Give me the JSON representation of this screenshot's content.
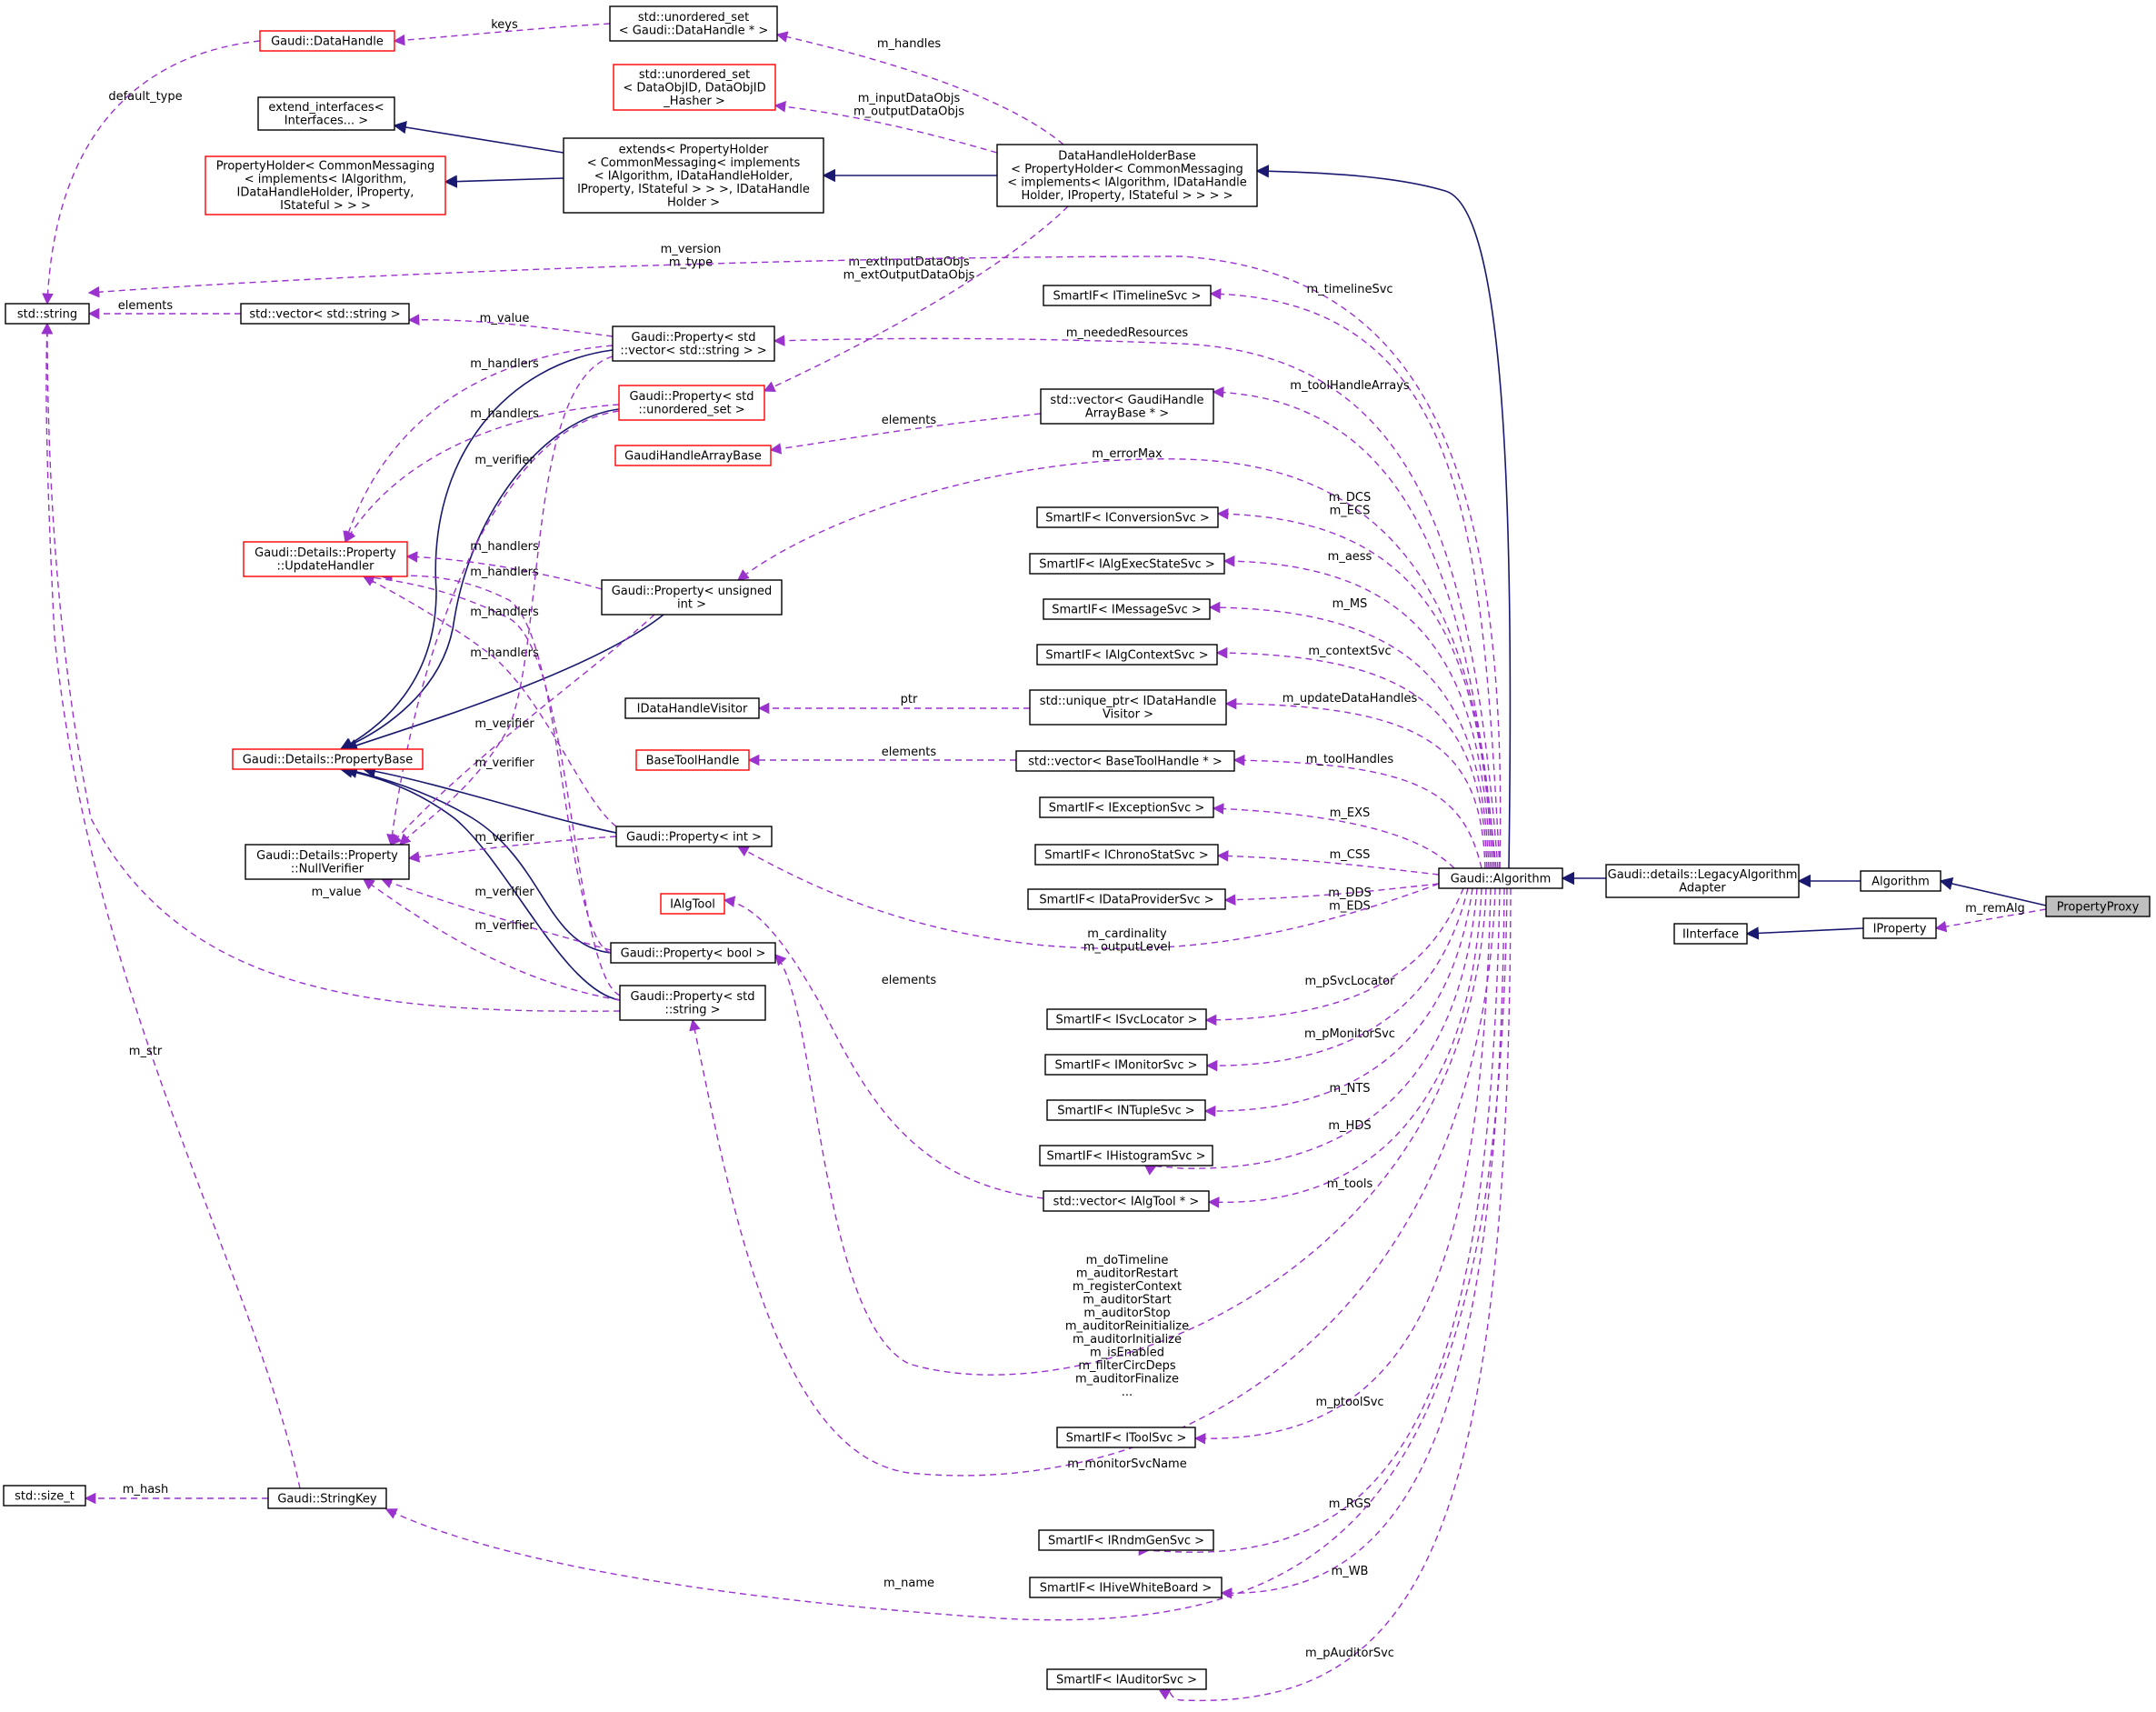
{
  "nodes": [
    {
      "id": "std_string",
      "lines": [
        "std::string"
      ],
      "color": "black"
    },
    {
      "id": "vec_string",
      "lines": [
        "std::vector< std::string >"
      ],
      "color": "black"
    },
    {
      "id": "size_t",
      "lines": [
        "std::size_t"
      ],
      "color": "black"
    },
    {
      "id": "datahandle",
      "lines": [
        "Gaudi::DataHandle"
      ],
      "color": "red"
    },
    {
      "id": "extend_ifaces",
      "lines": [
        "extend_interfaces<",
        "Interfaces... >"
      ],
      "color": "black"
    },
    {
      "id": "propholder",
      "lines": [
        "PropertyHolder< CommonMessaging",
        "< implements< IAlgorithm,",
        "IDataHandleHolder, IProperty,",
        "IStateful > > >"
      ],
      "color": "red"
    },
    {
      "id": "uset_dh",
      "lines": [
        "std::unordered_set",
        "< Gaudi::DataHandle * >"
      ],
      "color": "black"
    },
    {
      "id": "uset_dataobj",
      "lines": [
        "std::unordered_set",
        "< DataObjID, DataObjID",
        "_Hasher >"
      ],
      "color": "red"
    },
    {
      "id": "extends_ph",
      "lines": [
        "extends< PropertyHolder",
        "< CommonMessaging< implements",
        "< IAlgorithm, IDataHandleHolder,",
        "IProperty, IStateful > > >, IDataHandle",
        "Holder >"
      ],
      "color": "black"
    },
    {
      "id": "dhhb",
      "lines": [
        "DataHandleHolderBase",
        "< PropertyHolder< CommonMessaging",
        "< implements< IAlgorithm, IDataHandle",
        "Holder, IProperty, IStateful > > > >"
      ],
      "color": "black"
    },
    {
      "id": "prop_vecstr",
      "lines": [
        "Gaudi::Property< std",
        "::vector< std::string > >"
      ],
      "color": "black"
    },
    {
      "id": "prop_uset",
      "lines": [
        "Gaudi::Property< std",
        "::unordered_set >"
      ],
      "color": "red"
    },
    {
      "id": "gh_arraybase",
      "lines": [
        "GaudiHandleArrayBase"
      ],
      "color": "red"
    },
    {
      "id": "updatehandler",
      "lines": [
        "Gaudi::Details::Property",
        "::UpdateHandler"
      ],
      "color": "red"
    },
    {
      "id": "prop_uint",
      "lines": [
        "Gaudi::Property< unsigned",
        "int >"
      ],
      "color": "black"
    },
    {
      "id": "idh_visitor",
      "lines": [
        "IDataHandleVisitor"
      ],
      "color": "black"
    },
    {
      "id": "basetoolhandle",
      "lines": [
        "BaseToolHandle"
      ],
      "color": "red"
    },
    {
      "id": "propbase",
      "lines": [
        "Gaudi::Details::PropertyBase"
      ],
      "color": "red"
    },
    {
      "id": "nullverifier",
      "lines": [
        "Gaudi::Details::Property",
        "::NullVerifier"
      ],
      "color": "black"
    },
    {
      "id": "prop_int",
      "lines": [
        "Gaudi::Property< int >"
      ],
      "color": "black"
    },
    {
      "id": "ialgtool",
      "lines": [
        "IAlgTool"
      ],
      "color": "red"
    },
    {
      "id": "prop_bool",
      "lines": [
        "Gaudi::Property< bool >"
      ],
      "color": "black"
    },
    {
      "id": "prop_string",
      "lines": [
        "Gaudi::Property< std",
        "::string >"
      ],
      "color": "black"
    },
    {
      "id": "stringkey",
      "lines": [
        "Gaudi::StringKey"
      ],
      "color": "black"
    },
    {
      "id": "si_timeline",
      "lines": [
        "SmartIF< ITimelineSvc >"
      ],
      "color": "black"
    },
    {
      "id": "vec_ghab",
      "lines": [
        "std::vector< GaudiHandle",
        "ArrayBase * >"
      ],
      "color": "black"
    },
    {
      "id": "si_conv",
      "lines": [
        "SmartIF< IConversionSvc >"
      ],
      "color": "black"
    },
    {
      "id": "si_algexec",
      "lines": [
        "SmartIF< IAlgExecStateSvc >"
      ],
      "color": "black"
    },
    {
      "id": "si_msg",
      "lines": [
        "SmartIF< IMessageSvc >"
      ],
      "color": "black"
    },
    {
      "id": "si_algctx",
      "lines": [
        "SmartIF< IAlgContextSvc >"
      ],
      "color": "black"
    },
    {
      "id": "uptr_visitor",
      "lines": [
        "std::unique_ptr< IDataHandle",
        "Visitor >"
      ],
      "color": "black"
    },
    {
      "id": "vec_btoolh",
      "lines": [
        "std::vector< BaseToolHandle * >"
      ],
      "color": "black"
    },
    {
      "id": "si_exc",
      "lines": [
        "SmartIF< IExceptionSvc >"
      ],
      "color": "black"
    },
    {
      "id": "si_chrono",
      "lines": [
        "SmartIF< IChronoStatSvc >"
      ],
      "color": "black"
    },
    {
      "id": "si_dataprov",
      "lines": [
        "SmartIF< IDataProviderSvc >"
      ],
      "color": "black"
    },
    {
      "id": "si_svcloc",
      "lines": [
        "SmartIF< ISvcLocator >"
      ],
      "color": "black"
    },
    {
      "id": "si_monitor",
      "lines": [
        "SmartIF< IMonitorSvc >"
      ],
      "color": "black"
    },
    {
      "id": "si_ntuple",
      "lines": [
        "SmartIF< INTupleSvc >"
      ],
      "color": "black"
    },
    {
      "id": "si_histo",
      "lines": [
        "SmartIF< IHistogramSvc >"
      ],
      "color": "black"
    },
    {
      "id": "vec_ialgtool",
      "lines": [
        "std::vector< IAlgTool * >"
      ],
      "color": "black"
    },
    {
      "id": "si_tool",
      "lines": [
        "SmartIF< IToolSvc >"
      ],
      "color": "black"
    },
    {
      "id": "si_rndm",
      "lines": [
        "SmartIF< IRndmGenSvc >"
      ],
      "color": "black"
    },
    {
      "id": "si_hivewb",
      "lines": [
        "SmartIF< IHiveWhiteBoard >"
      ],
      "color": "black"
    },
    {
      "id": "si_auditor",
      "lines": [
        "SmartIF< IAuditorSvc >"
      ],
      "color": "black"
    },
    {
      "id": "gaudi_algorithm",
      "lines": [
        "Gaudi::Algorithm"
      ],
      "color": "black"
    },
    {
      "id": "legacy_adapter",
      "lines": [
        "Gaudi::details::LegacyAlgorithm",
        "Adapter"
      ],
      "color": "black"
    },
    {
      "id": "algorithm",
      "lines": [
        "Algorithm"
      ],
      "color": "black"
    },
    {
      "id": "iinterface",
      "lines": [
        "IInterface"
      ],
      "color": "black"
    },
    {
      "id": "iproperty",
      "lines": [
        "IProperty"
      ],
      "color": "black"
    },
    {
      "id": "propertyproxy",
      "lines": [
        "PropertyProxy"
      ],
      "color": "black",
      "focus": true
    }
  ],
  "edges": [
    {
      "from": "propertyproxy",
      "to": "algorithm",
      "kind": "inherit",
      "labels": []
    },
    {
      "from": "propertyproxy",
      "to": "iproperty",
      "kind": "member",
      "labels": [
        "m_remAlg"
      ]
    },
    {
      "from": "iproperty",
      "to": "iinterface",
      "kind": "inherit",
      "labels": []
    },
    {
      "from": "algorithm",
      "to": "legacy_adapter",
      "kind": "inherit",
      "labels": []
    },
    {
      "from": "legacy_adapter",
      "to": "gaudi_algorithm",
      "kind": "inherit",
      "labels": []
    },
    {
      "from": "gaudi_algorithm",
      "to": "dhhb",
      "kind": "inherit",
      "labels": []
    },
    {
      "from": "dhhb",
      "to": "extends_ph",
      "kind": "inherit",
      "labels": []
    },
    {
      "from": "extends_ph",
      "to": "extend_ifaces",
      "kind": "inherit",
      "labels": []
    },
    {
      "from": "extends_ph",
      "to": "propholder",
      "kind": "inherit",
      "labels": []
    },
    {
      "from": "dhhb",
      "to": "uset_dh",
      "kind": "member",
      "labels": [
        "m_handles"
      ]
    },
    {
      "from": "dhhb",
      "to": "uset_dataobj",
      "kind": "member",
      "labels": [
        "m_inputDataObjs",
        "m_outputDataObjs"
      ]
    },
    {
      "from": "dhhb",
      "to": "prop_uset",
      "kind": "member",
      "labels": [
        "m_extInputDataObjs",
        "m_extOutputDataObjs"
      ]
    },
    {
      "from": "uset_dh",
      "to": "datahandle",
      "kind": "member",
      "labels": [
        "keys"
      ]
    },
    {
      "from": "datahandle",
      "to": "std_string",
      "kind": "member",
      "labels": [
        "default_type"
      ]
    },
    {
      "from": "gaudi_algorithm",
      "to": "std_string",
      "kind": "member",
      "labels": [
        "m_version",
        "m_type"
      ]
    },
    {
      "from": "vec_string",
      "to": "std_string",
      "kind": "member",
      "labels": [
        "elements"
      ]
    },
    {
      "from": "prop_vecstr",
      "to": "vec_string",
      "kind": "member",
      "labels": [
        "m_value"
      ]
    },
    {
      "from": "gaudi_algorithm",
      "to": "si_timeline",
      "kind": "member",
      "labels": [
        "m_timelineSvc"
      ]
    },
    {
      "from": "gaudi_algorithm",
      "to": "prop_vecstr",
      "kind": "member",
      "labels": [
        "m_neededResources"
      ]
    },
    {
      "from": "gaudi_algorithm",
      "to": "vec_ghab",
      "kind": "member",
      "labels": [
        "m_toolHandleArrays"
      ]
    },
    {
      "from": "vec_ghab",
      "to": "gh_arraybase",
      "kind": "member",
      "labels": [
        "elements"
      ]
    },
    {
      "from": "gaudi_algorithm",
      "to": "prop_uint",
      "kind": "member",
      "labels": [
        "m_errorMax"
      ]
    },
    {
      "from": "gaudi_algorithm",
      "to": "si_conv",
      "kind": "member",
      "labels": [
        "m_DCS",
        "m_ECS"
      ]
    },
    {
      "from": "gaudi_algorithm",
      "to": "si_algexec",
      "kind": "member",
      "labels": [
        "m_aess"
      ]
    },
    {
      "from": "gaudi_algorithm",
      "to": "si_msg",
      "kind": "member",
      "labels": [
        "m_MS"
      ]
    },
    {
      "from": "gaudi_algorithm",
      "to": "si_algctx",
      "kind": "member",
      "labels": [
        "m_contextSvc"
      ]
    },
    {
      "from": "gaudi_algorithm",
      "to": "uptr_visitor",
      "kind": "member",
      "labels": [
        "m_updateDataHandles"
      ]
    },
    {
      "from": "uptr_visitor",
      "to": "idh_visitor",
      "kind": "member",
      "labels": [
        "ptr"
      ]
    },
    {
      "from": "gaudi_algorithm",
      "to": "vec_btoolh",
      "kind": "member",
      "labels": [
        "m_toolHandles"
      ]
    },
    {
      "from": "vec_btoolh",
      "to": "basetoolhandle",
      "kind": "member",
      "labels": [
        "elements"
      ]
    },
    {
      "from": "gaudi_algorithm",
      "to": "si_exc",
      "kind": "member",
      "labels": [
        "m_EXS"
      ]
    },
    {
      "from": "gaudi_algorithm",
      "to": "si_chrono",
      "kind": "member",
      "labels": [
        "m_CSS"
      ]
    },
    {
      "from": "gaudi_algorithm",
      "to": "si_dataprov",
      "kind": "member",
      "labels": [
        "m_DDS",
        "m_EDS"
      ]
    },
    {
      "from": "gaudi_algorithm",
      "to": "prop_int",
      "kind": "member",
      "labels": [
        "m_cardinality",
        "m_outputLevel"
      ]
    },
    {
      "from": "gaudi_algorithm",
      "to": "si_svcloc",
      "kind": "member",
      "labels": [
        "m_pSvcLocator"
      ]
    },
    {
      "from": "gaudi_algorithm",
      "to": "si_monitor",
      "kind": "member",
      "labels": [
        "m_pMonitorSvc"
      ]
    },
    {
      "from": "gaudi_algorithm",
      "to": "si_ntuple",
      "kind": "member",
      "labels": [
        "m_NTS"
      ]
    },
    {
      "from": "gaudi_algorithm",
      "to": "si_histo",
      "kind": "member",
      "labels": [
        "m_HDS"
      ]
    },
    {
      "from": "gaudi_algorithm",
      "to": "vec_ialgtool",
      "kind": "member",
      "labels": [
        "m_tools"
      ]
    },
    {
      "from": "vec_ialgtool",
      "to": "ialgtool",
      "kind": "member",
      "labels": [
        "elements"
      ]
    },
    {
      "from": "gaudi_algorithm",
      "to": "prop_bool",
      "kind": "member",
      "labels": [
        "m_doTimeline",
        "m_auditorRestart",
        "m_registerContext",
        "m_auditorStart",
        "m_auditorStop",
        "m_auditorReinitialize",
        "m_auditorInitialize",
        "m_isEnabled",
        "m_filterCircDeps",
        "m_auditorFinalize",
        "..."
      ]
    },
    {
      "from": "gaudi_algorithm",
      "to": "si_tool",
      "kind": "member",
      "labels": [
        "m_ptoolSvc"
      ]
    },
    {
      "from": "gaudi_algorithm",
      "to": "prop_string",
      "kind": "member",
      "labels": [
        "m_monitorSvcName"
      ]
    },
    {
      "from": "gaudi_algorithm",
      "to": "si_rndm",
      "kind": "member",
      "labels": [
        "m_RGS"
      ]
    },
    {
      "from": "gaudi_algorithm",
      "to": "si_hivewb",
      "kind": "member",
      "labels": [
        "m_WB"
      ]
    },
    {
      "from": "gaudi_algorithm",
      "to": "stringkey",
      "kind": "member",
      "labels": [
        "m_name"
      ]
    },
    {
      "from": "gaudi_algorithm",
      "to": "si_auditor",
      "kind": "member",
      "labels": [
        "m_pAuditorSvc"
      ]
    },
    {
      "from": "stringkey",
      "to": "std_string",
      "kind": "member",
      "labels": [
        "m_str"
      ]
    },
    {
      "from": "stringkey",
      "to": "size_t",
      "kind": "member",
      "labels": [
        "m_hash"
      ]
    },
    {
      "from": "prop_string",
      "to": "std_string",
      "kind": "member",
      "labels": [
        "m_value"
      ]
    },
    {
      "from": "prop_vecstr",
      "to": "propbase",
      "kind": "inherit",
      "labels": []
    },
    {
      "from": "prop_uset",
      "to": "propbase",
      "kind": "inherit",
      "labels": []
    },
    {
      "from": "prop_uint",
      "to": "propbase",
      "kind": "inherit",
      "labels": []
    },
    {
      "from": "prop_int",
      "to": "propbase",
      "kind": "inherit",
      "labels": []
    },
    {
      "from": "prop_bool",
      "to": "propbase",
      "kind": "inherit",
      "labels": []
    },
    {
      "from": "prop_string",
      "to": "propbase",
      "kind": "inherit",
      "labels": []
    },
    {
      "from": "prop_vecstr",
      "to": "updatehandler",
      "kind": "member",
      "labels": [
        "m_handlers"
      ]
    },
    {
      "from": "prop_uset",
      "to": "updatehandler",
      "kind": "member",
      "labels": [
        "m_handlers"
      ]
    },
    {
      "from": "prop_uint",
      "to": "updatehandler",
      "kind": "member",
      "labels": [
        "m_handlers"
      ]
    },
    {
      "from": "prop_bool",
      "to": "updatehandler",
      "kind": "member",
      "labels": [
        "m_handlers"
      ]
    },
    {
      "from": "prop_string",
      "to": "updatehandler",
      "kind": "member",
      "labels": [
        "m_handlers"
      ]
    },
    {
      "from": "prop_int",
      "to": "updatehandler",
      "kind": "member",
      "labels": [
        "m_handlers"
      ]
    },
    {
      "from": "prop_uset",
      "to": "nullverifier",
      "kind": "member",
      "labels": [
        "m_verifier"
      ]
    },
    {
      "from": "prop_uint",
      "to": "nullverifier",
      "kind": "member",
      "labels": [
        "m_verifier"
      ]
    },
    {
      "from": "prop_vecstr",
      "to": "nullverifier",
      "kind": "member",
      "labels": [
        "m_verifier"
      ]
    },
    {
      "from": "prop_int",
      "to": "nullverifier",
      "kind": "member",
      "labels": [
        "m_verifier"
      ]
    },
    {
      "from": "prop_bool",
      "to": "nullverifier",
      "kind": "member",
      "labels": [
        "m_verifier"
      ]
    },
    {
      "from": "prop_string",
      "to": "nullverifier",
      "kind": "member",
      "labels": [
        "m_verifier"
      ]
    }
  ]
}
